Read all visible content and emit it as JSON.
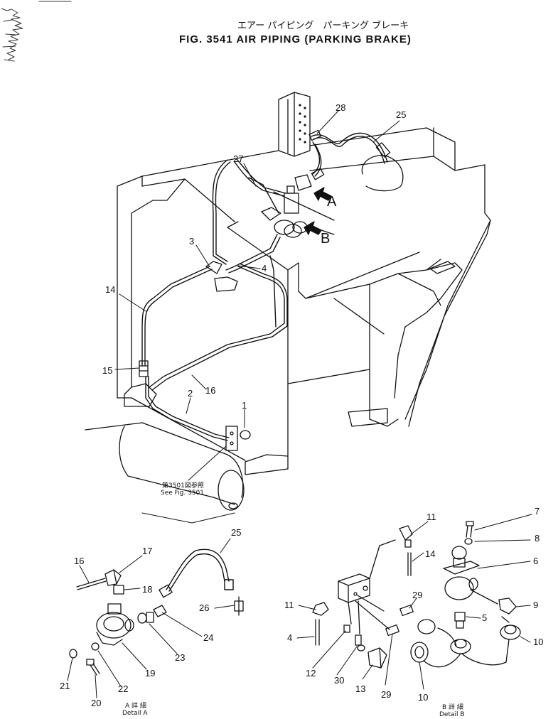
{
  "header": {
    "title_jp": "エアー パイピング　パーキング ブレーキ",
    "title_en": "FIG. 3541  AIR PIPING (PARKING BRAKE)"
  },
  "views": {
    "arrow_a": "A",
    "arrow_b": "B",
    "see_fig_jp": "第3501図参照",
    "see_fig_en": "See  Fig. 3501",
    "detail_a_jp": "A 詳 細",
    "detail_a_en": "Detail A",
    "detail_b_jp": "B 詳 細",
    "detail_b_en": "Detail B"
  },
  "callouts": {
    "c28": "28",
    "c25": "25",
    "c27": "27",
    "c3": "3",
    "c4": "4",
    "c14": "14",
    "c15": "15",
    "c16": "16",
    "c2": "2",
    "c1": "1",
    "a_c25": "25",
    "a_c17": "17",
    "a_c16": "16",
    "a_c18": "18",
    "a_c26": "26",
    "a_c24": "24",
    "a_c23": "23",
    "a_c19": "19",
    "a_c21": "21",
    "a_c22": "22",
    "a_c20": "20",
    "b_c11a": "11",
    "b_c7": "7",
    "b_c14": "14",
    "b_c8": "8",
    "b_c6": "6",
    "b_c29a": "29",
    "b_c11b": "11",
    "b_c5": "5",
    "b_c9": "9",
    "b_c4": "4",
    "b_c10a": "10",
    "b_c12": "12",
    "b_c30": "30",
    "b_c13": "13",
    "b_c29b": "29",
    "b_c10b": "10"
  }
}
